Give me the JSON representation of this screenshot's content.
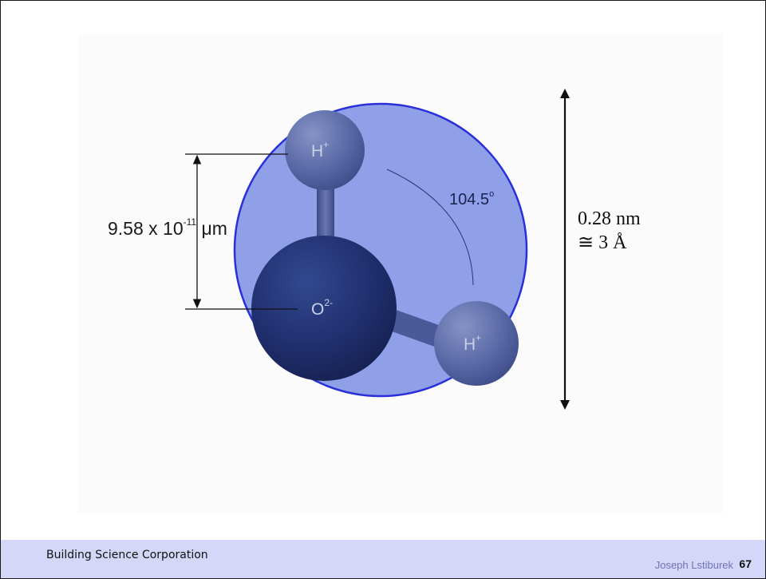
{
  "diagram": {
    "bond_length": {
      "value": "9.58 x 10",
      "exponent": "-11",
      "unit": "μm"
    },
    "angle": {
      "value": "104.5",
      "degree_mark": "o"
    },
    "diameter": {
      "line1": "0.28 nm",
      "line2": "≅ 3 Å"
    },
    "atoms": {
      "hydrogen_top": {
        "symbol": "H",
        "charge": "+"
      },
      "oxygen": {
        "symbol": "O",
        "charge": "2-"
      },
      "hydrogen_right": {
        "symbol": "H",
        "charge": "+"
      }
    },
    "colors": {
      "molecule_sphere_fill": "#8fa0e8",
      "molecule_sphere_stroke": "#2a30d8",
      "oxygen_atom": "#1f2f6e",
      "hydrogen_atom": "#5b6ba8",
      "bond": "#4a5a99"
    }
  },
  "footer": {
    "organization": "Building Science Corporation",
    "author": "Joseph Lstiburek",
    "page_number": "67"
  }
}
